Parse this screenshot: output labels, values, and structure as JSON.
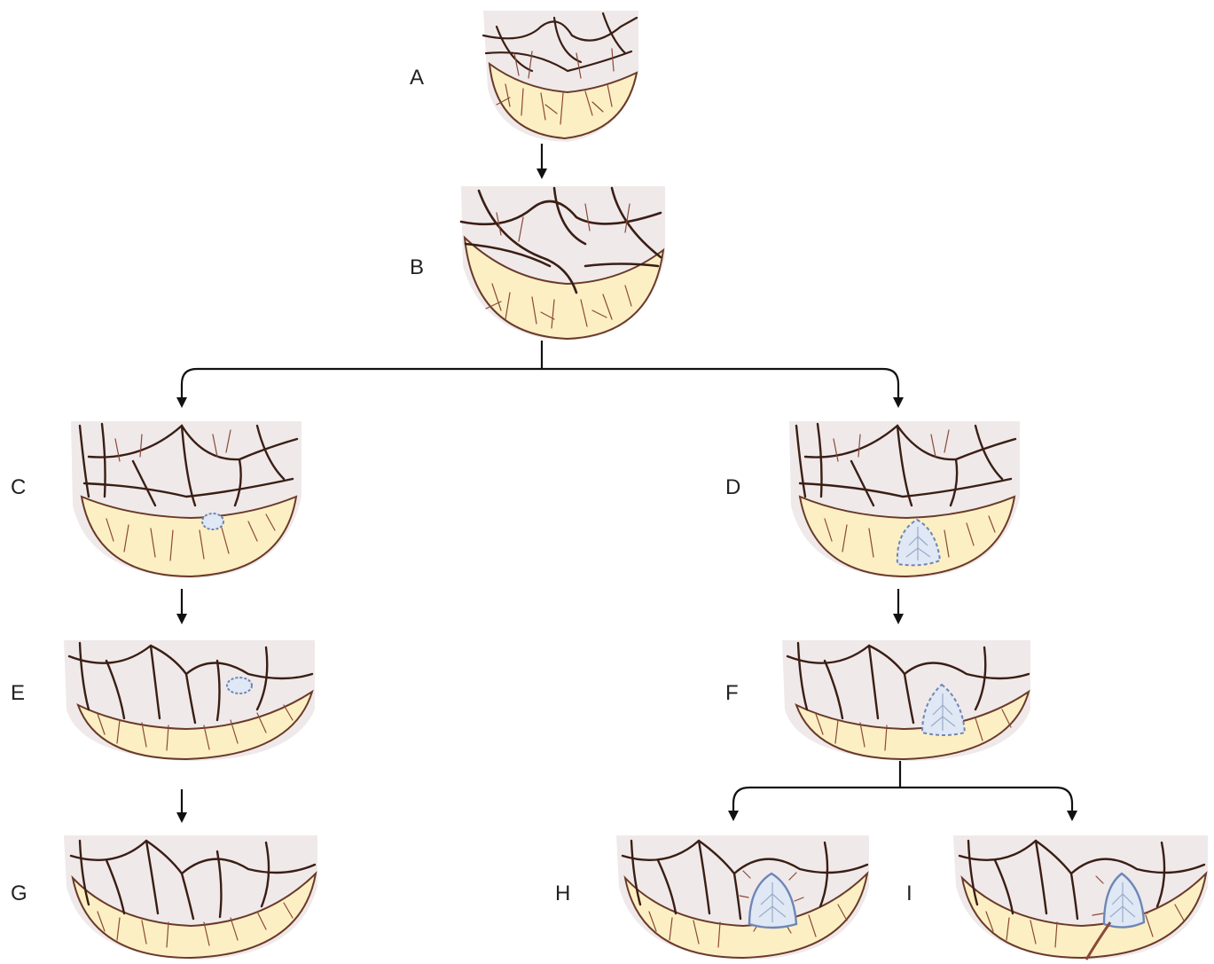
{
  "labels": {
    "a": "A",
    "b": "B",
    "c": "C",
    "d": "D",
    "e": "E",
    "f": "F",
    "g": "G",
    "h": "H",
    "i": "I"
  },
  "colors": {
    "tissue_fill": "#fcefc4",
    "tissue_edge": "#6b3a2a",
    "vessel": "#3a1e14",
    "fine_vessel": "#8a4a36",
    "upper_shade": "#efe9ea",
    "lesion_fill": "#dfe8f4",
    "lesion_edge": "#6f86b6",
    "arrow": "#111111"
  }
}
